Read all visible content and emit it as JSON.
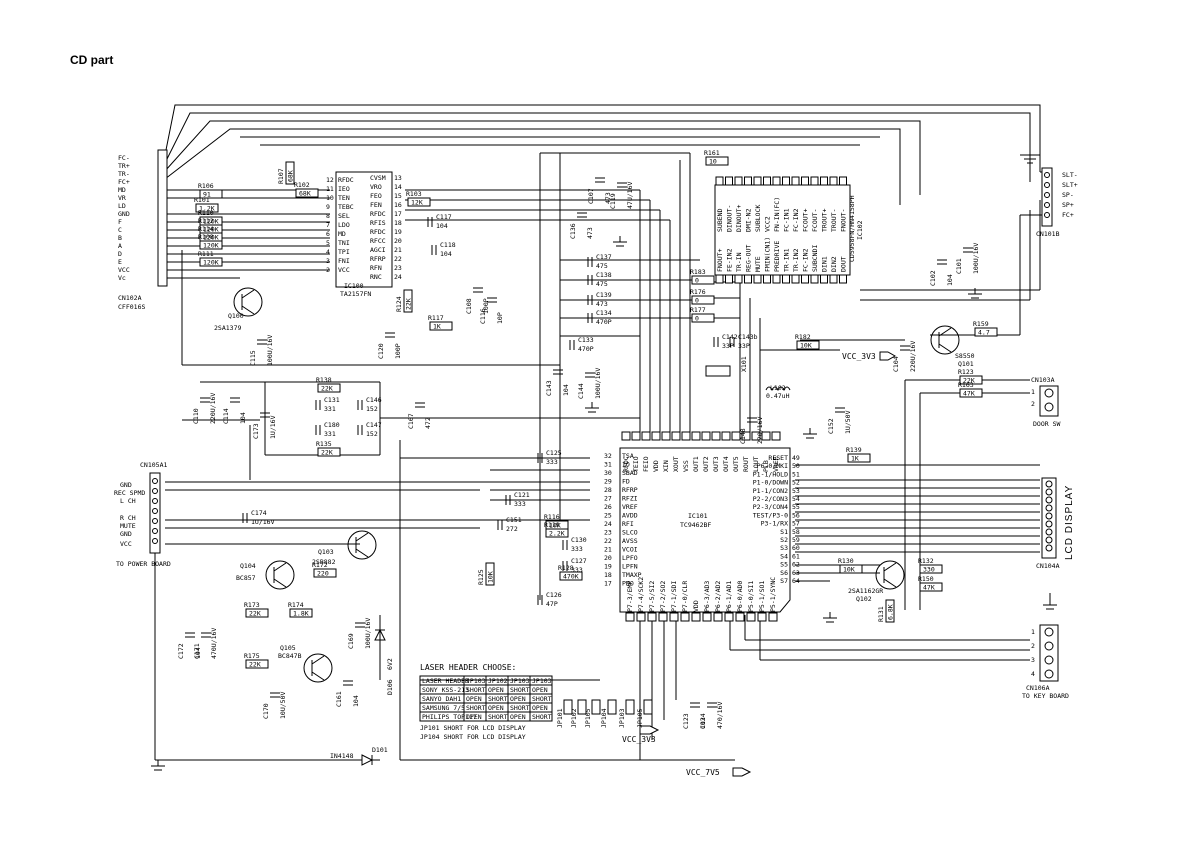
{
  "page": {
    "title": "CD part"
  },
  "connectors": {
    "cn102": {
      "ref": "CN102A",
      "part": "CFF016S",
      "pins": [
        "FC-",
        "TR+",
        "TR-",
        "FC+",
        "MD",
        "VR",
        "LD",
        "GND",
        "F",
        "C",
        "B",
        "A",
        "D",
        "E",
        "VCC",
        "Vc"
      ]
    },
    "cn105": {
      "ref": "CN105A1",
      "note": "TO POWER BOARD",
      "pins": [
        "GND",
        "REC SPMD",
        "L CH",
        "R CH",
        "MUTE",
        "GND",
        "VCC"
      ]
    },
    "cn101": {
      "ref": "CN101B",
      "pins": [
        "SLT-",
        "SLT+",
        "SP-",
        "SP+",
        "FC+"
      ]
    },
    "cn103": {
      "ref": "CN103A",
      "note": "DOOR SW",
      "pins": [
        "1",
        "2"
      ]
    },
    "cn104": {
      "ref": "CN104A",
      "note": "LCD DISPLAY"
    },
    "cn106": {
      "ref": "CN106A",
      "note": "TO KEY BOARD",
      "pins": [
        "1",
        "2",
        "3",
        "4"
      ]
    }
  },
  "ic100": {
    "ref": "IC100",
    "part": "TA2157FN",
    "left_pins": [
      "RFDC",
      "IEO",
      "TEN",
      "TEBC",
      "SEL",
      "LDO",
      "MD",
      "TNI",
      "TPI",
      "FNI",
      "VCC"
    ],
    "left_nums": [
      "12",
      "11",
      "10",
      "9",
      "8",
      "7",
      "6",
      "5",
      "4",
      "3",
      "2",
      "1"
    ],
    "right_pins": [
      "CVSM",
      "VRO",
      "FEO",
      "FEN",
      "RFDC",
      "RFIS",
      "RFDC",
      "RFCC",
      "AGCI",
      "RFRP",
      "RFN",
      "RNC"
    ],
    "right_nums": [
      "13",
      "14",
      "15",
      "16",
      "17",
      "18",
      "19",
      "20",
      "21",
      "22",
      "23",
      "24"
    ]
  },
  "ic101": {
    "ref": "IC101",
    "part": "TC9462BF",
    "left_pins": [
      "TSA",
      "IO",
      "SBAD",
      "FD",
      "RFRP",
      "RFZI",
      "VREF",
      "AVDD",
      "RFI",
      "SLCO",
      "AVSS",
      "VCOI",
      "LPFO",
      "LPFN",
      "TMAXP",
      "PDO"
    ],
    "left_nums": [
      "32",
      "31",
      "30",
      "29",
      "28",
      "27",
      "26",
      "25",
      "24",
      "23",
      "22",
      "21",
      "20",
      "19",
      "18",
      "17"
    ],
    "right_pins": [
      "RESET",
      "P6-0/MKI",
      "P1-1/HOLD",
      "P1-0/DOWN",
      "P1-1/CON2",
      "P2-2/CON3",
      "P2-3/CON4",
      "TEST/P3-0",
      "P3-1/RX",
      "S1",
      "S2",
      "S3",
      "S4",
      "S5",
      "S6",
      "S7"
    ],
    "right_nums": [
      "49",
      "50",
      "51",
      "52",
      "53",
      "54",
      "55",
      "56",
      "57",
      "58",
      "59",
      "60",
      "61",
      "62",
      "63",
      "64"
    ],
    "top_pins": [
      "RFDC",
      "TEIO",
      "FEIO",
      "VDD",
      "XIN",
      "XOUT",
      "VSS",
      "OUT1",
      "OUT2",
      "OUT3",
      "OUT4",
      "OUT5",
      "ROUT",
      "LOUT",
      "PLB",
      "VREF"
    ],
    "bottom_pins": [
      "P7-3/EMP",
      "P7-4/SCK2",
      "P7-5/SI2",
      "P7-2/SO2",
      "P7-1/SDI",
      "P7-0/CLR",
      "VDD",
      "P6-3/AD3",
      "P6-2/AD2",
      "P6-1/AD1",
      "P6-0/AD0",
      "P5-0/SI1",
      "P5-1/SO1",
      "P5-1/SYNC"
    ]
  },
  "ic102": {
    "ref": "IC102",
    "part": "CD5958FN/HN4158PH",
    "pins": [
      "SUBEND",
      "DINOUT-",
      "DINOUT+",
      "DMI-N2",
      "SUBLOCK",
      "VCC2",
      "FN-IN(FC)",
      "FC-IN1",
      "FC-IN2",
      "FCOUT+",
      "FCOUT-",
      "TROUT+",
      "TROUT-",
      "FNOUT-",
      "FNOUT+",
      "FE-IN2",
      "TR-IN",
      "REG-OUT",
      "MUTE",
      "FMIN(CN1)",
      "PREDRIVE",
      "TR-IN1",
      "TR-IN2",
      "FC-IN2",
      "SUBCNDI",
      "DIN1",
      "DIN2",
      "DOUT"
    ]
  },
  "transistors": [
    {
      "ref": "Q100",
      "part": "2SA1379"
    },
    {
      "ref": "Q101",
      "part": "S8550"
    },
    {
      "ref": "Q102",
      "part": "2SA1162GR"
    },
    {
      "ref": "Q103",
      "part": "2SB882"
    },
    {
      "ref": "Q104",
      "part": "BC857"
    },
    {
      "ref": "Q105",
      "part": "BC847B"
    }
  ],
  "diodes": [
    {
      "ref": "D101",
      "part": "IN4148"
    },
    {
      "ref": "D106",
      "part": "6V2"
    }
  ],
  "resistors": [
    {
      "ref": "R106",
      "val": "91"
    },
    {
      "ref": "R101",
      "val": "1.2K"
    },
    {
      "ref": "R110",
      "val": "120K"
    },
    {
      "ref": "R112",
      "val": "120K"
    },
    {
      "ref": "R114",
      "val": "120K"
    },
    {
      "ref": "R108",
      "val": "120K"
    },
    {
      "ref": "R111",
      "val": "120K"
    },
    {
      "ref": "R107",
      "val": "68K"
    },
    {
      "ref": "R102",
      "val": "68K"
    },
    {
      "ref": "R103",
      "val": "12K"
    },
    {
      "ref": "R124",
      "val": "22K"
    },
    {
      "ref": "R117",
      "val": "1K"
    },
    {
      "ref": "R138",
      "val": "22K"
    },
    {
      "ref": "R135",
      "val": "22K"
    },
    {
      "ref": "R125",
      "val": "10K"
    },
    {
      "ref": "R172",
      "val": "220"
    },
    {
      "ref": "R173",
      "val": "22K"
    },
    {
      "ref": "R174",
      "val": "1.8K"
    },
    {
      "ref": "R175",
      "val": "22K"
    },
    {
      "ref": "R161",
      "val": "10"
    },
    {
      "ref": "R183",
      "val": "0"
    },
    {
      "ref": "R176",
      "val": "0"
    },
    {
      "ref": "R177",
      "val": "0"
    },
    {
      "ref": "R182",
      "val": "10K"
    },
    {
      "ref": "R159",
      "val": "4.7"
    },
    {
      "ref": "R123",
      "val": "22K"
    },
    {
      "ref": "R163",
      "val": "47K"
    },
    {
      "ref": "R139",
      "val": "1K"
    },
    {
      "ref": "R130",
      "val": "10K"
    },
    {
      "ref": "R132",
      "val": "330"
    },
    {
      "ref": "R150",
      "val": "47K"
    },
    {
      "ref": "R131",
      "val": "6.8K"
    },
    {
      "ref": "R116",
      "val": "10K"
    },
    {
      "ref": "R119",
      "val": "2.2K"
    },
    {
      "ref": "R128",
      "val": "470K"
    }
  ],
  "capacitors": [
    {
      "ref": "C107",
      "val": "473"
    },
    {
      "ref": "C119",
      "val": "47U/16V"
    },
    {
      "ref": "C136",
      "val": "473"
    },
    {
      "ref": "C137",
      "val": "475"
    },
    {
      "ref": "C138",
      "val": "475"
    },
    {
      "ref": "C139",
      "val": "473"
    },
    {
      "ref": "C134",
      "val": "470P"
    },
    {
      "ref": "C133",
      "val": "470P"
    },
    {
      "ref": "C143",
      "val": "104"
    },
    {
      "ref": "C144",
      "val": "100U/16V"
    },
    {
      "ref": "C102",
      "val": "104"
    },
    {
      "ref": "C101",
      "val": "100U/16V"
    },
    {
      "ref": "C104",
      "val": "220U/16V"
    },
    {
      "ref": "C115",
      "val": "100U/16V"
    },
    {
      "ref": "C110",
      "val": "220U/16V"
    },
    {
      "ref": "C114",
      "val": "104"
    },
    {
      "ref": "C173",
      "val": "1U/16V"
    },
    {
      "ref": "C131",
      "val": "331"
    },
    {
      "ref": "C146",
      "val": "152"
    },
    {
      "ref": "C180",
      "val": "331"
    },
    {
      "ref": "C147",
      "val": "152"
    },
    {
      "ref": "C167",
      "val": "472"
    },
    {
      "ref": "C120",
      "val": "100P"
    },
    {
      "ref": "C117",
      "val": "104"
    },
    {
      "ref": "C118",
      "val": "104"
    },
    {
      "ref": "C108",
      "val": "100P"
    },
    {
      "ref": "C148",
      "val": "220/16V"
    },
    {
      "ref": "C152",
      "val": "1U/50V"
    },
    {
      "ref": "C125",
      "val": "333"
    },
    {
      "ref": "C121",
      "val": "333"
    },
    {
      "ref": "C174",
      "val": "1U/16V"
    },
    {
      "ref": "C151",
      "val": "272"
    },
    {
      "ref": "C130",
      "val": "333"
    },
    {
      "ref": "C127",
      "val": "333"
    },
    {
      "ref": "C126",
      "val": "47P"
    },
    {
      "ref": "C172",
      "val": "104"
    },
    {
      "ref": "C171",
      "val": "470U/16V"
    },
    {
      "ref": "C170",
      "val": "10U/50V"
    },
    {
      "ref": "C161",
      "val": "104"
    },
    {
      "ref": "C169",
      "val": "100U/16V"
    },
    {
      "ref": "C123",
      "val": "103"
    },
    {
      "ref": "C124",
      "val": "470/16V"
    },
    {
      "ref": "C142",
      "val": "33P"
    },
    {
      "ref": "C143b",
      "val": "33P"
    },
    {
      "ref": "C116",
      "val": "10P"
    }
  ],
  "misc": {
    "x101": "X101",
    "l102": "L102",
    "l102_val": "0.47uH",
    "rails": [
      "VCC_3V3",
      "VCC_3V3",
      "VCC_7V5"
    ]
  },
  "laser": {
    "title": "LASER HEADER CHOOSE:",
    "header": [
      "LASER HEADER",
      "JP103",
      "JP102",
      "JP103",
      "JP103"
    ],
    "rows": [
      [
        "SONY KSS-213",
        "SHORT",
        "OPEN",
        "SHORT",
        "OPEN"
      ],
      [
        "SANYO DAH1",
        "OPEN",
        "SHORT",
        "OPEN",
        "SHORT"
      ],
      [
        "SAMSUNG 7/5",
        "SHORT",
        "OPEN",
        "SHORT",
        "OPEN"
      ],
      [
        "PHILIPS TOP117",
        "OPEN",
        "SHORT",
        "OPEN",
        "SHORT"
      ]
    ],
    "notes": [
      "JP101 SHORT FOR LCD DISPLAY",
      "JP104 SHORT FOR LCD DISPLAY"
    ],
    "jumpers": [
      "JP101",
      "JP102",
      "JP105",
      "JP104",
      "JP103",
      "JP105"
    ]
  }
}
